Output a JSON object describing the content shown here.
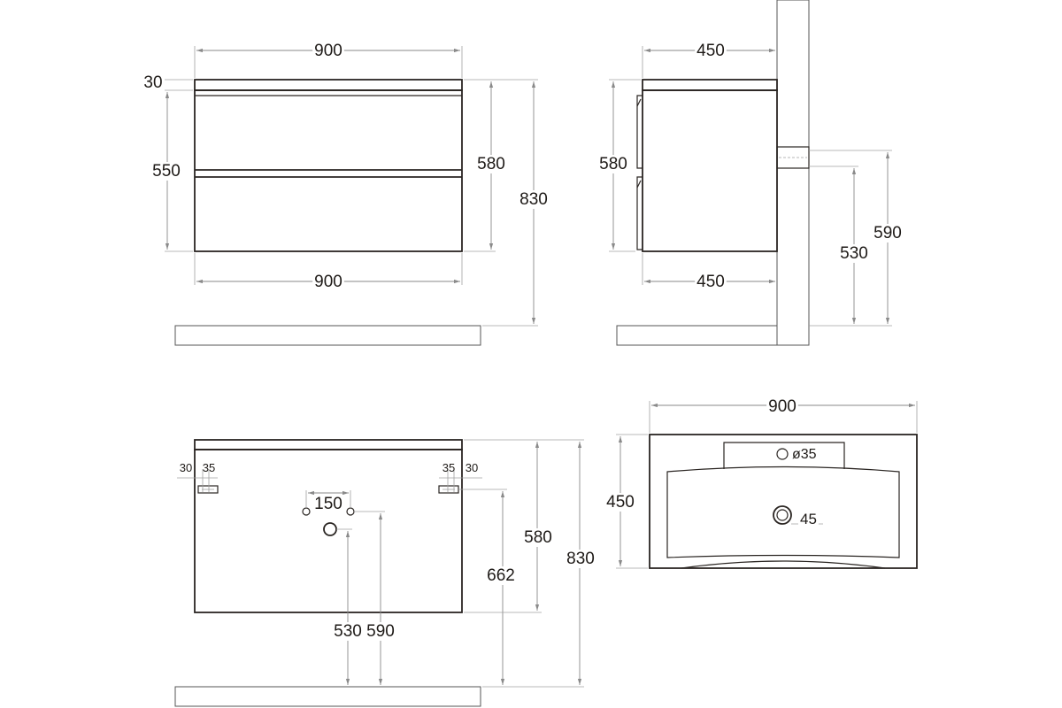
{
  "front_view": {
    "top_width": "900",
    "top_thickness": "30",
    "drawer_height": "550",
    "cabinet_height": "580",
    "total_height": "830",
    "bottom_width": "900"
  },
  "side_view": {
    "top_depth": "450",
    "cabinet_height": "580",
    "bottom_depth": "450",
    "mount_height_upper": "590",
    "mount_height_lower": "530"
  },
  "rear_view": {
    "left_offset_a": "30",
    "left_offset_b": "35",
    "right_offset_a": "35",
    "right_offset_b": "30",
    "pipe_spacing": "150",
    "drain_height": "530",
    "supply_height": "590",
    "bracket_height": "662",
    "cabinet_height": "580",
    "total_height": "830"
  },
  "top_view": {
    "width": "900",
    "depth": "450",
    "tap_hole": "ø35",
    "drain_hole": "45"
  }
}
